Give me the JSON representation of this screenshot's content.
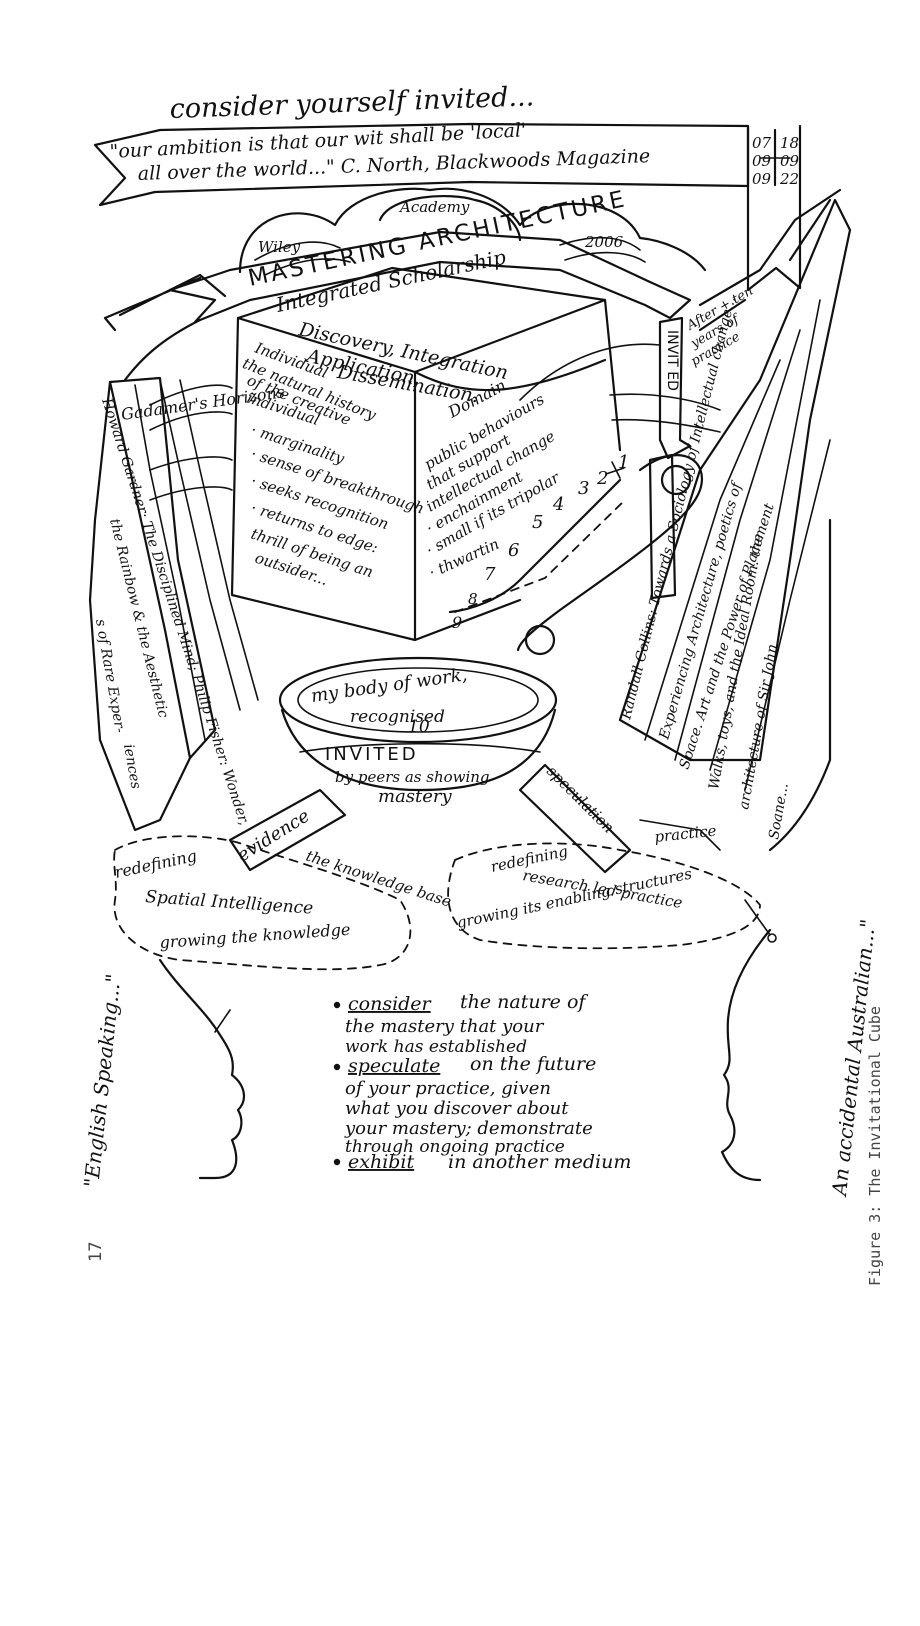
{
  "page_number": "17",
  "caption": "Figure 3: The Invitational Cube",
  "sketch": {
    "heading": "consider yourself invited...",
    "banner_quote_line1": "\"our ambition is that our wit shall be 'local'",
    "banner_quote_line2": "all over the world...\" C. North, Blackwoods Magazine",
    "dates": [
      "07",
      "09",
      "09",
      "18",
      "09",
      "22"
    ],
    "dome_labels": [
      "Wiley",
      "Academy",
      "2006"
    ],
    "ribbon_title": "MASTERING ARCHITECTURE",
    "cube_top": [
      "Integrated Scholarship",
      "Discovery, Integration",
      "Application,",
      "Dissemination."
    ],
    "cube_left_heading": "Individual",
    "cube_left": [
      "the natural history",
      "of the creative",
      "individual",
      "· marginality",
      "· sense of breakthrough",
      "· seeks recognition",
      "· returns to edge:",
      "thrill of being an",
      "outsider..."
    ],
    "cube_right_heading": "Domain",
    "cube_right": [
      "public behaviours",
      "that support",
      "intellectual change",
      "· enchainment",
      "· small if its tripolar",
      "· thwartin"
    ],
    "invited_vertical": "INVIT ED",
    "after_years": [
      "After + ten",
      "years of",
      "practice"
    ],
    "numbers": [
      "1",
      "2",
      "3",
      "4",
      "5",
      "6",
      "7",
      "8",
      "9"
    ],
    "bowl_rim": [
      "my body of work,",
      "recognised"
    ],
    "bowl_number": "10",
    "bowl_label": "INVITED",
    "bowl_under": [
      "by peers as showing",
      "mastery"
    ],
    "left_books": [
      "Gadamer's Horizons",
      "Howard Gardner: The Disciplined Mind; Philip Fisher: Wonder,",
      "the Rainbow & the Aesthetic",
      "s of Rare Exper-",
      "iences"
    ],
    "right_books": [
      "Randall Collins: Towards a Sociology of Intellectual change...",
      "Experiencing Architecture, poetics of",
      "Space. Art and the Power of Placement",
      "Walks, toys, and the Ideal Room. the",
      "architecture of Sir John",
      "Soane..."
    ],
    "legs": [
      "evidence",
      "speculation",
      "practice"
    ],
    "left_cloud": [
      "redefining",
      "the knowledge base",
      "Spatial Intelligence",
      "growing the knowledge"
    ],
    "right_cloud": [
      "redefining",
      "research led practice",
      "growing its enabling structures"
    ],
    "bullets": [
      {
        "key": "consider",
        "rest": "the nature of",
        "lines": [
          "the mastery that your",
          "work has established"
        ]
      },
      {
        "key": "speculate",
        "rest": "on the future",
        "lines": [
          "of your practice, given",
          "what you discover about",
          "your mastery; demonstrate",
          "through ongoing practice"
        ]
      },
      {
        "key": "exhibit",
        "rest": "in another medium",
        "lines": []
      }
    ],
    "left_margin": "\"English Speaking...\"",
    "right_margin": "An accidental Australian...\""
  }
}
